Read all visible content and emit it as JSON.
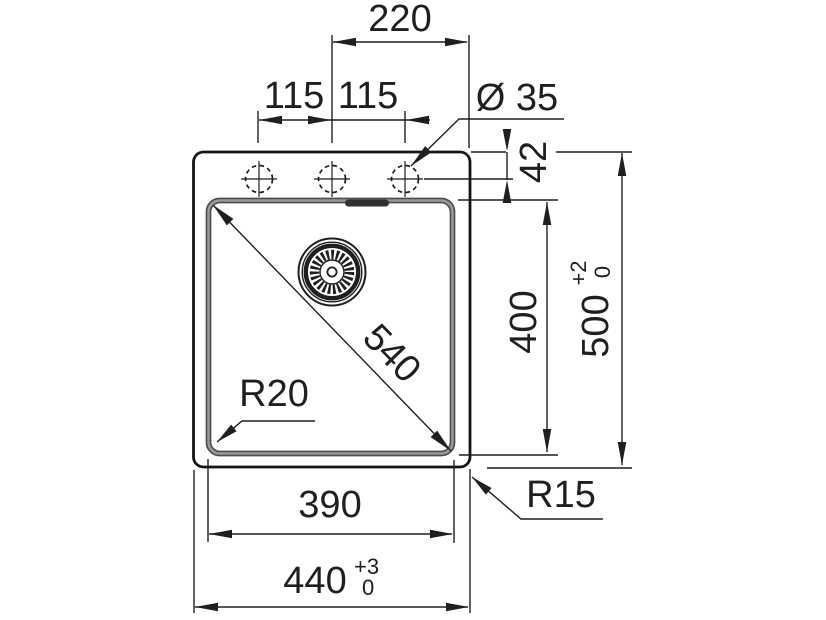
{
  "drawing": {
    "title": "Sink installation technical drawing, top view",
    "colors": {
      "line": "#1f1f1f",
      "rim": "#4d4d4d",
      "background": "#ffffff"
    },
    "labels": {
      "dim_220": "220",
      "dim_115_left": "115",
      "dim_115_right": "115",
      "dia_35": "Ø 35",
      "dim_42": "42",
      "dim_400": "400",
      "dim_500": "500",
      "tol_500_plus": "+2",
      "tol_500_minus": "0",
      "dim_540": "540",
      "radius_bowl": "R20",
      "radius_corner": "R15",
      "dim_390": "390",
      "dim_440": "440",
      "tol_440_plus": "+3",
      "tol_440_minus": "0"
    }
  }
}
